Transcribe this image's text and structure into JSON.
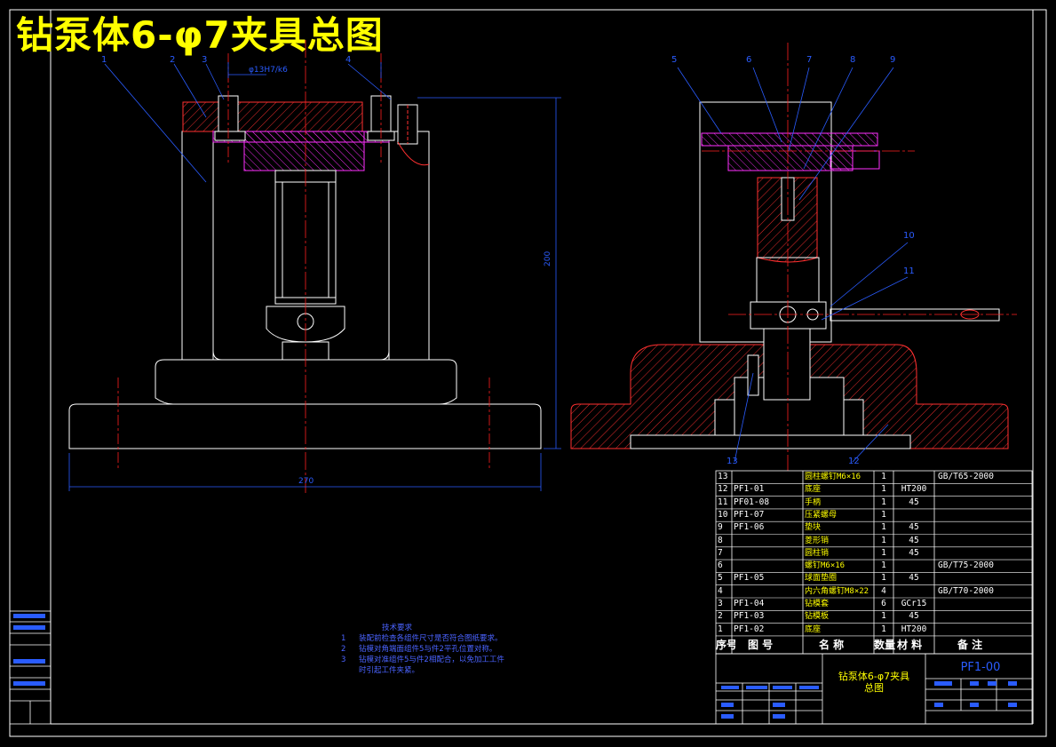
{
  "title": "钻泵体6-φ7夹具总图",
  "balloons": [
    "1",
    "2",
    "3",
    "4",
    "5",
    "6",
    "7",
    "8",
    "9",
    "10",
    "11",
    "12",
    "13"
  ],
  "dimensions": {
    "fit": "φ13H7/k6",
    "height": "200",
    "width": "270"
  },
  "notes": {
    "heading": "技术要求",
    "items": [
      {
        "n": "1",
        "text": "装配前检查各组件尺寸是否符合图纸要求。"
      },
      {
        "n": "2",
        "text": "钻模对角端面组件5与件2平孔位置对称。"
      },
      {
        "n": "3",
        "text": "钻模对准组件5与件2相配合，以免加工工件"
      },
      {
        "n": "",
        "text": "时引起工件夹紧。"
      }
    ]
  },
  "bom": {
    "headers": {
      "no": "序号",
      "drawing": "图 号",
      "name": "名 称",
      "qty": "数量",
      "material": "材 料",
      "remark": "备 注"
    },
    "rows": [
      {
        "no": "13",
        "drawing": "",
        "name": "圆柱螺钉M6×16",
        "qty": "1",
        "material": "",
        "remark": "GB/T65-2000"
      },
      {
        "no": "12",
        "drawing": "PF1-01",
        "name": "底座",
        "qty": "1",
        "material": "HT200",
        "remark": ""
      },
      {
        "no": "11",
        "drawing": "PF01-08",
        "name": "手柄",
        "qty": "1",
        "material": "45",
        "remark": ""
      },
      {
        "no": "10",
        "drawing": "PF1-07",
        "name": "压紧螺母",
        "qty": "1",
        "material": "",
        "remark": ""
      },
      {
        "no": "9",
        "drawing": "PF1-06",
        "name": "垫块",
        "qty": "1",
        "material": "45",
        "remark": ""
      },
      {
        "no": "8",
        "drawing": "",
        "name": "菱形销",
        "qty": "1",
        "material": "45",
        "remark": ""
      },
      {
        "no": "7",
        "drawing": "",
        "name": "圆柱销",
        "qty": "1",
        "material": "45",
        "remark": ""
      },
      {
        "no": "6",
        "drawing": "",
        "name": "螺钉M6×16",
        "qty": "1",
        "material": "",
        "remark": "GB/T75-2000"
      },
      {
        "no": "5",
        "drawing": "PF1-05",
        "name": "球面垫圈",
        "qty": "1",
        "material": "45",
        "remark": ""
      },
      {
        "no": "4",
        "drawing": "",
        "name": "内六角螺钉M8×22",
        "qty": "4",
        "material": "",
        "remark": "GB/T70-2000"
      },
      {
        "no": "3",
        "drawing": "PF1-04",
        "name": "钻模套",
        "qty": "6",
        "material": "GCr15",
        "remark": ""
      },
      {
        "no": "2",
        "drawing": "PF1-03",
        "name": "钻模板",
        "qty": "1",
        "material": "45",
        "remark": ""
      },
      {
        "no": "1",
        "drawing": "PF1-02",
        "name": "底座",
        "qty": "1",
        "material": "HT200",
        "remark": ""
      }
    ]
  },
  "title_block": {
    "name_line1": "钻泵体6-φ7夹具",
    "name_line2": "总图",
    "code": "PF1-00"
  }
}
